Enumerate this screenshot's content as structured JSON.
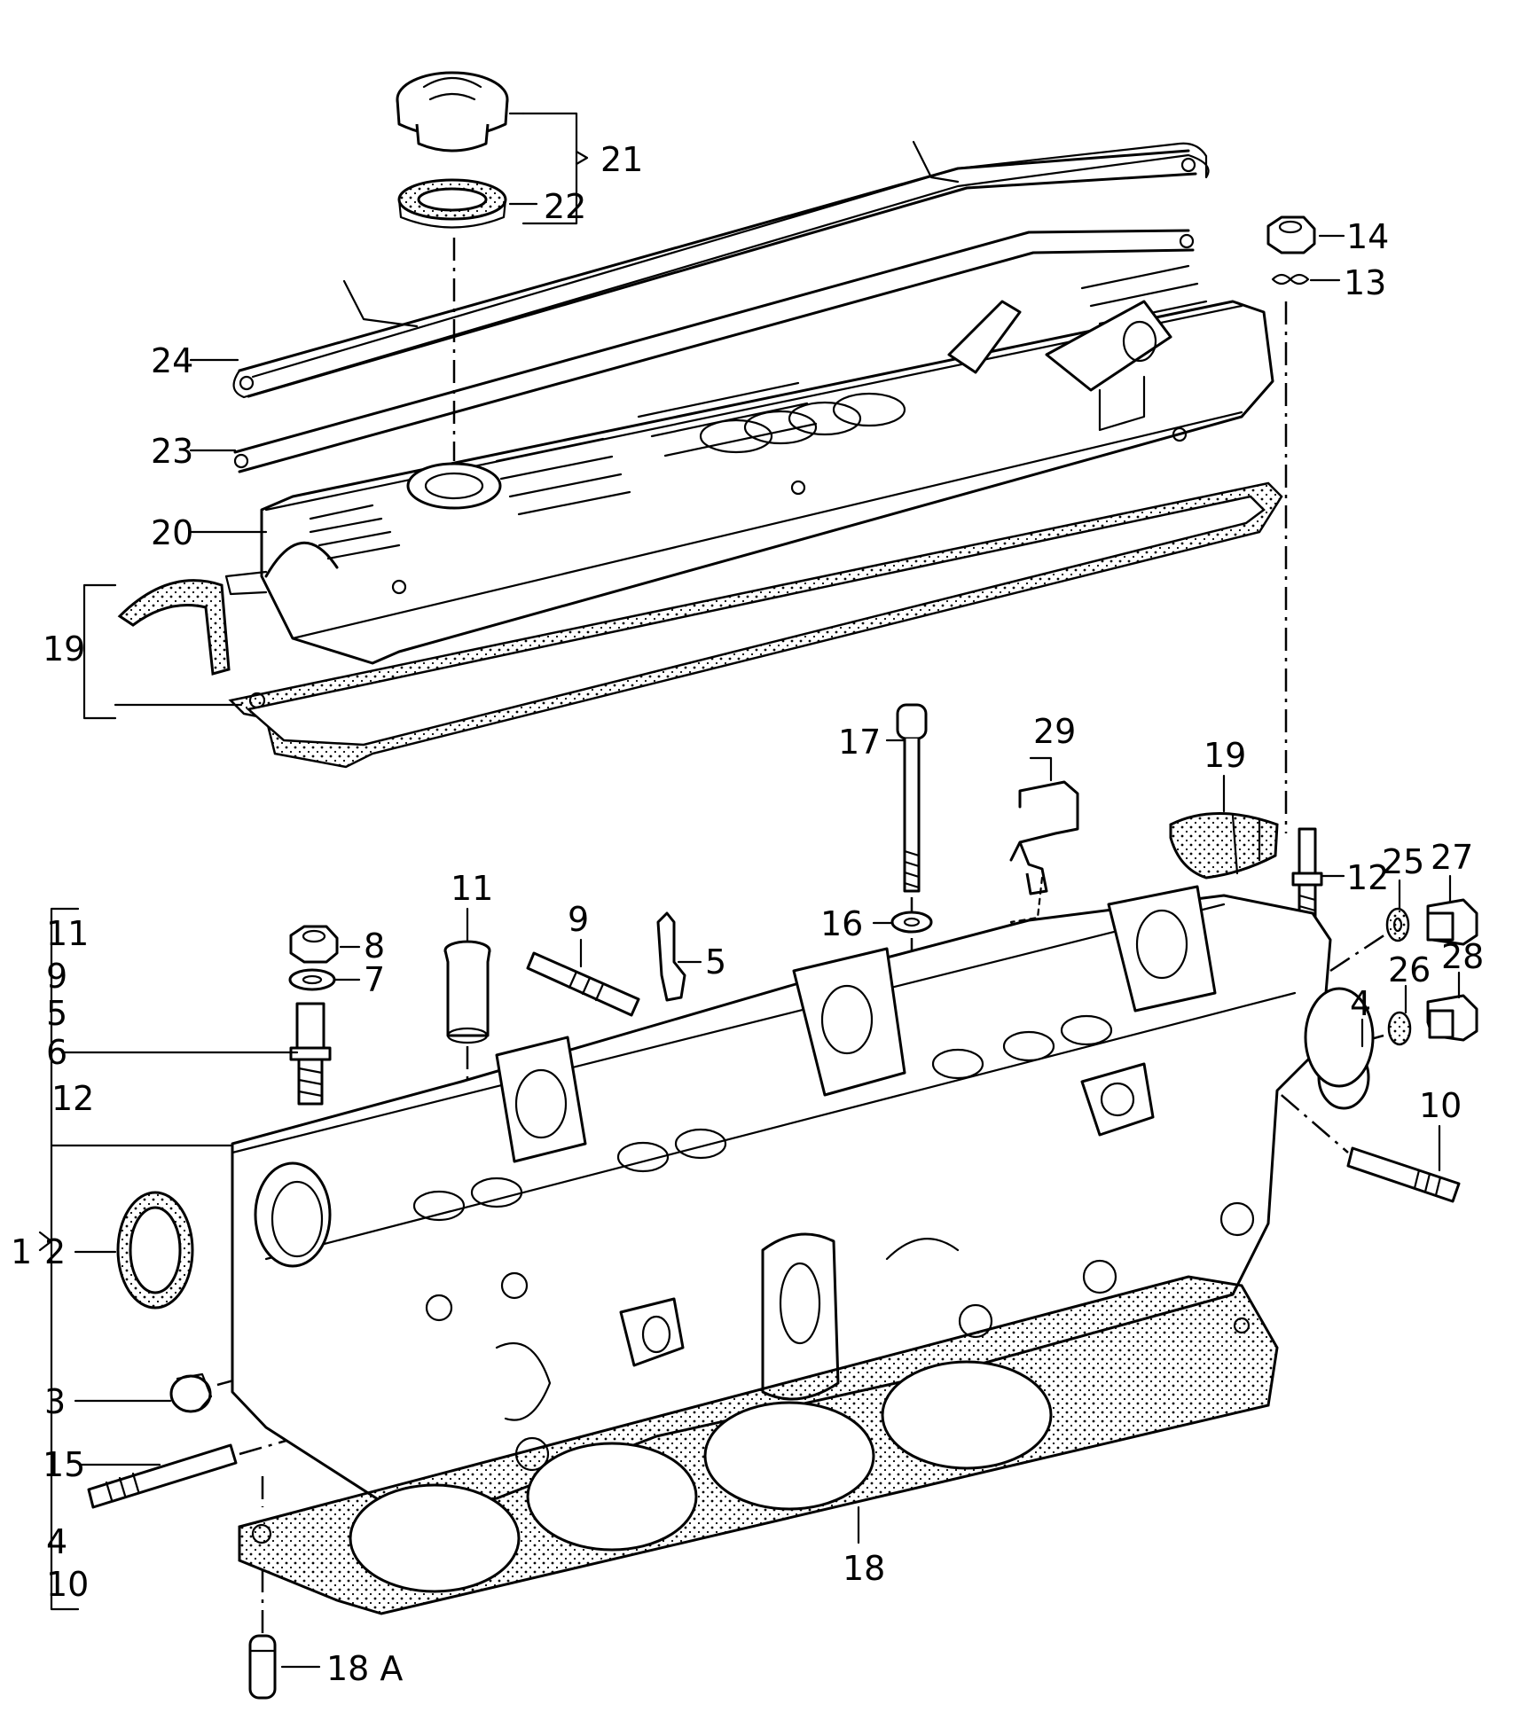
{
  "callouts": {
    "c1": "1",
    "c2": "2",
    "c3": "3",
    "c4": "4",
    "c5": "5",
    "c6": "6",
    "c7": "7",
    "c8": "8",
    "c9": "9",
    "c10": "10",
    "c11": "11",
    "c12": "12",
    "c13": "13",
    "c14": "14",
    "c15": "15",
    "c16": "16",
    "c17": "17",
    "c18": "18",
    "c18a": "18 A",
    "c19_top": "19",
    "c19_right": "19",
    "c20": "20",
    "c21": "21",
    "c22": "22",
    "c23": "23",
    "c24": "24",
    "c25": "25",
    "c26": "26",
    "c27": "27",
    "c28": "28",
    "c29": "29"
  },
  "kit_list": [
    "11",
    "9",
    "5",
    "6",
    "12",
    "4",
    "10"
  ],
  "icons": {
    "oil_cap": "oil-filler-cap-icon",
    "cover": "valve-cover-icon",
    "head": "cylinder-head-icon",
    "gasket": "head-gasket-icon"
  }
}
